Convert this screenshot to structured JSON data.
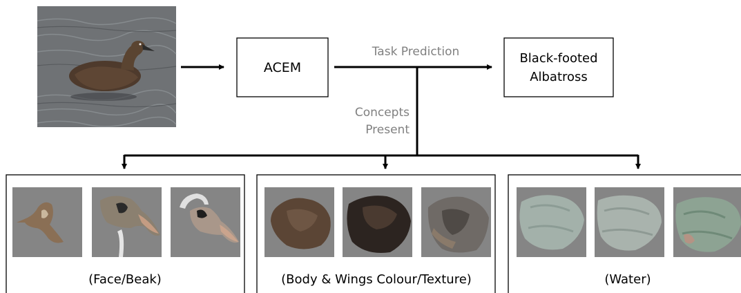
{
  "input_image": {
    "subject": "black-footed albatross on water"
  },
  "model_box": {
    "label": "ACEM"
  },
  "output_box": {
    "line1": "Black-footed",
    "line2": "Albatross"
  },
  "edge_labels": {
    "task_prediction": "Task Prediction",
    "concepts_line1": "Concepts",
    "concepts_line2": "Present"
  },
  "concept_groups": [
    {
      "label": "(Face/Beak)"
    },
    {
      "label": "(Body & Wings Colour/Texture)"
    },
    {
      "label": "(Water)"
    }
  ],
  "colors": {
    "line": "#000000",
    "edge_label": "#808080",
    "patch_background": "#858585",
    "water": "#6f7275"
  }
}
